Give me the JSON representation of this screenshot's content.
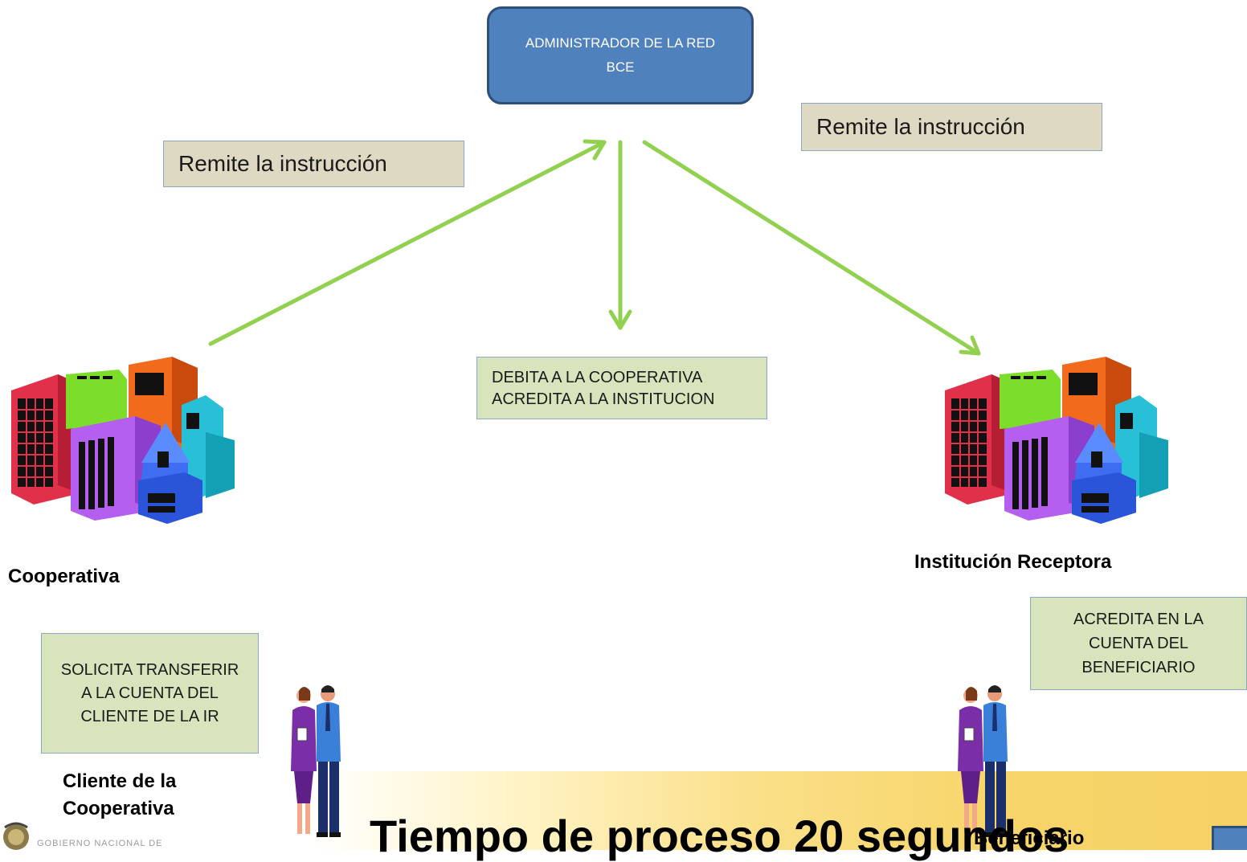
{
  "admin_box": {
    "label": "ADMINISTRADOR DE LA RED  BCE"
  },
  "remite_left": {
    "label": "Remite la instrucción"
  },
  "remite_right": {
    "label": "Remite la instrucción"
  },
  "debita_box": {
    "line1": "DEBITA A LA COOPERATIVA",
    "line2": "ACREDITA A LA INSTITUCION"
  },
  "cooperativa": {
    "label": "Cooperativa"
  },
  "institucion": {
    "label": "Institución Receptora"
  },
  "solicita_box": {
    "label": "SOLICITA TRANSFERIR A LA CUENTA DEL CLIENTE DE LA IR"
  },
  "acredita_box": {
    "label": "ACREDITA EN LA CUENTA DEL BENEFICIARIO"
  },
  "cliente": {
    "line1": "Cliente de la",
    "line2": "Cooperativa"
  },
  "beneficiario": {
    "label": "Beneficiario"
  },
  "footer": {
    "tiempo": "Tiempo de proceso 20 segundos",
    "logo_text": "GOBIERNO NACIONAL DE"
  },
  "colors": {
    "arrow": "#92d050",
    "admin_fill": "#4f81bd",
    "tan_fill": "#ddd9c3",
    "green_fill": "#d7e4bc"
  }
}
